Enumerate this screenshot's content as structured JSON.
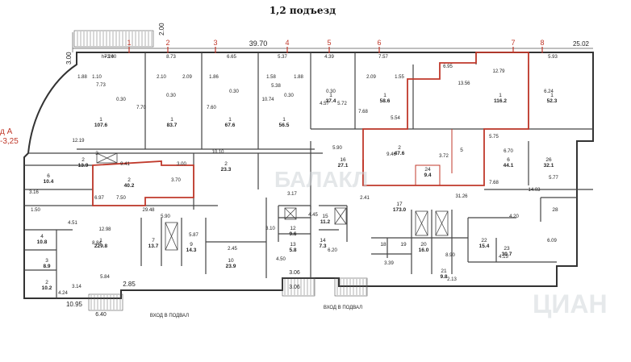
{
  "title": "1,2 подъезд",
  "side_label": {
    "line1": "д А",
    "line2": "-3,25"
  },
  "colors": {
    "wall": "#333333",
    "highlight": "#c0392b",
    "axis": "#c0392b",
    "text": "#222222",
    "background": "#ffffff"
  },
  "axis_marks": [
    "1",
    "2",
    "3",
    "4",
    "5",
    "6",
    "7",
    "8"
  ],
  "top_dimensions": [
    "2.00",
    "39.70",
    "25.02",
    "3.00"
  ],
  "bottom_dimensions": [
    "10.95",
    "6.40",
    "2.85",
    "3.06",
    "3.06"
  ],
  "labels": {
    "exit_left": "ВХОД В ПОДВАЛ",
    "exit_right": "ВХОД В ПОДВАЛ",
    "watermark_1": "БАЛАКЛ",
    "watermark_2": "ЦИАН"
  },
  "rooms": [
    {
      "num": "1",
      "area": "107.6"
    },
    {
      "num": "1",
      "area": "83.7"
    },
    {
      "num": "1",
      "area": "67.6"
    },
    {
      "num": "1",
      "area": "56.5"
    },
    {
      "num": "1",
      "area": "37.4"
    },
    {
      "num": "1",
      "area": "58.6"
    },
    {
      "num": "1",
      "area": "116.2"
    },
    {
      "num": "1",
      "area": "52.3"
    },
    {
      "num": "2",
      "area": "47.6"
    },
    {
      "num": "2",
      "area": "13.9"
    },
    {
      "num": "2",
      "area": "40.2"
    },
    {
      "num": "2",
      "area": "23.3"
    },
    {
      "num": "3",
      "area": ""
    },
    {
      "num": "5",
      "area": ""
    },
    {
      "num": "6",
      "area": "44.1"
    },
    {
      "num": "6",
      "area": "10.4"
    },
    {
      "num": "24",
      "area": "9.4"
    },
    {
      "num": "26",
      "area": "32.1"
    },
    {
      "num": "16",
      "area": "27.1"
    },
    {
      "num": "17",
      "area": "173.0"
    },
    {
      "num": "1",
      "area": "229.8"
    },
    {
      "num": "7",
      "area": "13.7"
    },
    {
      "num": "9",
      "area": "14.3"
    },
    {
      "num": "10",
      "area": "23.9"
    },
    {
      "num": "12",
      "area": "9.6"
    },
    {
      "num": "13",
      "area": "5.8"
    },
    {
      "num": "14",
      "area": "7.3"
    },
    {
      "num": "15",
      "area": "11.2"
    },
    {
      "num": "18",
      "area": ""
    },
    {
      "num": "19",
      "area": ""
    },
    {
      "num": "20",
      "area": "16.0"
    },
    {
      "num": "21",
      "area": "9.8"
    },
    {
      "num": "22",
      "area": "15.4"
    },
    {
      "num": "23",
      "area": "30.7"
    },
    {
      "num": "28",
      "area": ""
    },
    {
      "num": "4",
      "area": "10.8"
    },
    {
      "num": "3",
      "area": "8.9"
    },
    {
      "num": "2",
      "area": "10.2"
    }
  ],
  "dims": [
    "7.24",
    "8.73",
    "6.65",
    "5.37",
    "4.39",
    "7.57",
    "5.93",
    "6.95",
    "1.88",
    "1.10",
    "2.10",
    "2.09",
    "1.86",
    "1.58",
    "1.88",
    "2.09",
    "1.55",
    "12.79",
    "13.56",
    "0.30",
    "0.30",
    "0.30",
    "0.30",
    "0.30",
    "7.73",
    "7.70",
    "7.60",
    "10.74",
    "5.38",
    "4.57",
    "5.72",
    "7.68",
    "6.24",
    "12.19",
    "3.00",
    "9.41",
    "3.70",
    "6.97",
    "7.50",
    "29.48",
    "31.26",
    "14.03",
    "5.77",
    "5.90",
    "9.46",
    "5.54",
    "3.72",
    "7.68",
    "6.70",
    "5.75",
    "4.45",
    "3.17",
    "2.41",
    "3.16",
    "1.50",
    "4.51",
    "4.24",
    "4.20",
    "6.09",
    "5.90",
    "4.50",
    "5.84",
    "3.14",
    "5.87",
    "2.45",
    "6.20",
    "3.39",
    "2.13",
    "8.90",
    "4.15",
    "3.10",
    "12.98",
    "8.84",
    "10.10",
    "h=3.00"
  ]
}
